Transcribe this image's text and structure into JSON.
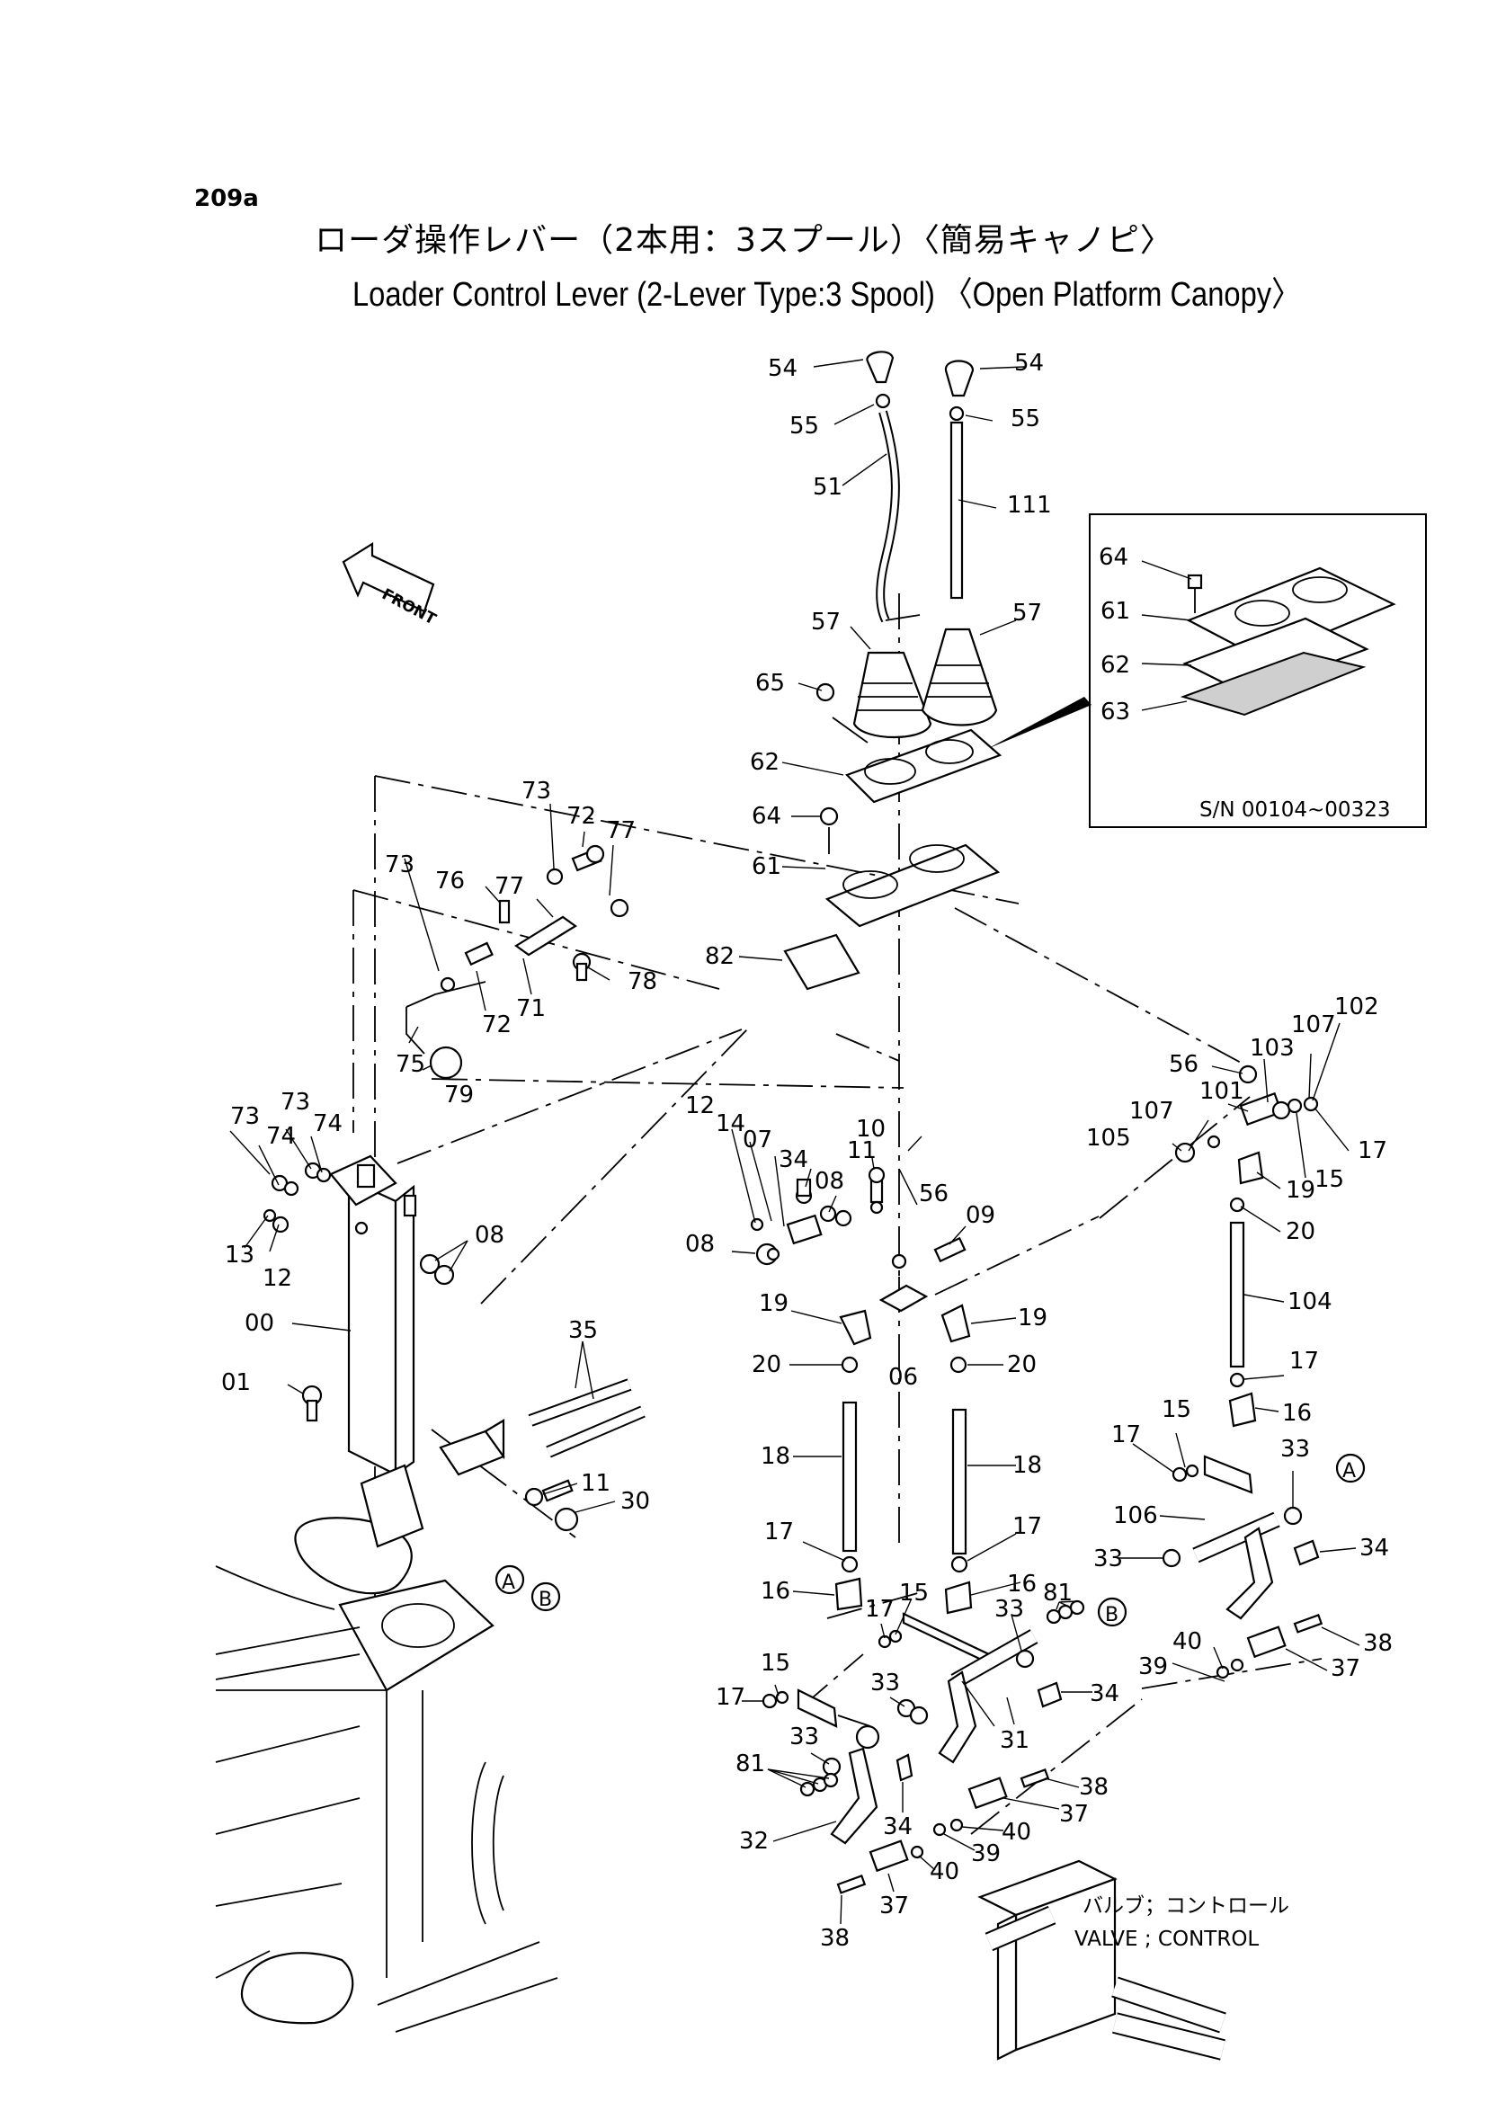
{
  "page_number": "209a",
  "title_jp": "ローダ操作レバー（2本用：3スプール）〈簡易キャノピ〉",
  "title_en": "Loader Control Lever (2-Lever Type:3 Spool) 〈Open Platform Canopy〉",
  "front_label": "FRONT",
  "inset": {
    "serial": "S/N 00104~00323",
    "labels": [
      "64",
      "61",
      "62",
      "63"
    ]
  },
  "valve_label_jp": "バルブ；コントロール",
  "valve_label_en": "VALVE ; CONTROL",
  "callouts": {
    "a": "A",
    "b": "B"
  },
  "part_labels": [
    "54",
    "54",
    "55",
    "55",
    "51",
    "111",
    "57",
    "57",
    "65",
    "62",
    "64",
    "61",
    "82",
    "73",
    "72",
    "77",
    "73",
    "76",
    "77",
    "78",
    "72",
    "71",
    "75",
    "79",
    "73",
    "73",
    "74",
    "74",
    "13",
    "12",
    "08",
    "00",
    "01",
    "35",
    "11",
    "30",
    "12",
    "14",
    "07",
    "34",
    "08",
    "11",
    "10",
    "56",
    "09",
    "08",
    "19",
    "19",
    "06",
    "20",
    "20",
    "18",
    "18",
    "17",
    "17",
    "16",
    "16",
    "17",
    "15",
    "33",
    "81",
    "15",
    "17",
    "33",
    "34",
    "31",
    "81",
    "33",
    "32",
    "34",
    "38",
    "37",
    "40",
    "39",
    "40",
    "37",
    "38",
    "56",
    "103",
    "107",
    "102",
    "101",
    "107",
    "105",
    "17",
    "15",
    "19",
    "20",
    "104",
    "17",
    "16",
    "15",
    "17",
    "33",
    "106",
    "34",
    "33",
    "40",
    "39",
    "38",
    "37"
  ]
}
